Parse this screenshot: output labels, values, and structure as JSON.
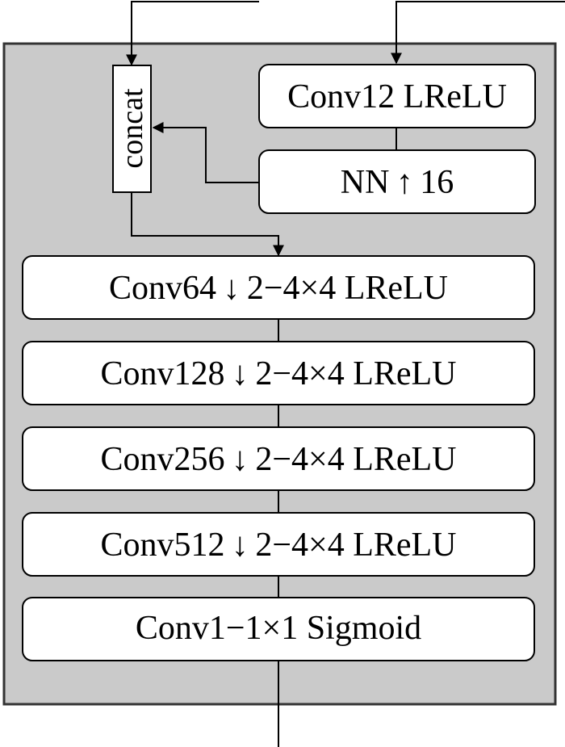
{
  "diagram": {
    "colors": {
      "background": "#ffffff",
      "container_fill": "#cacaca",
      "container_border": "#333333",
      "box_fill": "#ffffff",
      "line": "#000000"
    },
    "nodes": {
      "concat": "concat",
      "conv12": "Conv12 LReLU",
      "nn_up": "NN ↑ 16",
      "conv64": "Conv64 ↓ 2−4×4 LReLU",
      "conv128": "Conv128 ↓ 2−4×4 LReLU",
      "conv256": "Conv256 ↓ 2−4×4 LReLU",
      "conv512": "Conv512 ↓ 2−4×4 LReLU",
      "conv1": "Conv1−1×1 Sigmoid"
    }
  }
}
